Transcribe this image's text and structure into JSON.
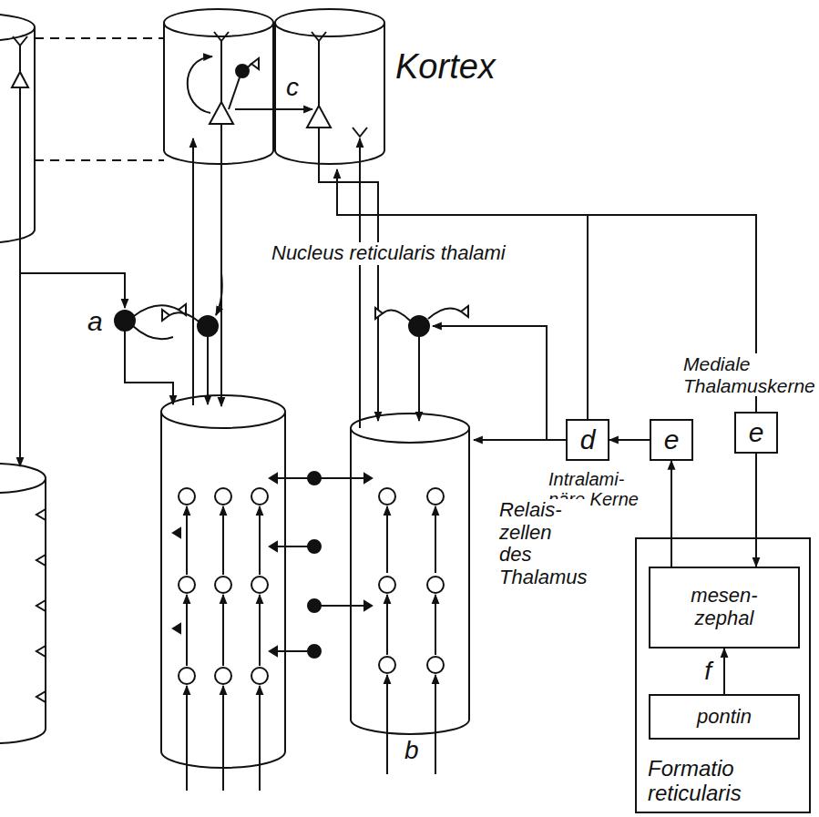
{
  "diagram": {
    "nodes": [
      {
        "text": [
          "d"
        ]
      },
      {
        "text": [
          "e"
        ]
      },
      {
        "text": [
          "e"
        ]
      },
      {
        "text": [
          "Formatio reticularis"
        ]
      },
      {
        "text": [
          "mesen- zephal"
        ],
        "in": 3
      },
      {
        "text": [
          "pontin"
        ],
        "in": 3
      }
    ],
    "edges": [
      {
        "from": 1,
        "to": 0,
        "arrow": "to"
      },
      {
        "from": 4,
        "to": 1,
        "arrow": "to"
      },
      {
        "from": 2,
        "to": 4,
        "arrow": "to"
      },
      {
        "from": 5,
        "to": 4,
        "arrow": "to",
        "label": "f"
      }
    ],
    "labels": [
      "Kortex",
      "c",
      "Nucleus reticularis thalami",
      "Mediale Thalamuskerne",
      "a",
      "Intralami- näre Kerne",
      "Relais- zellen des Thalamus",
      "b"
    ]
  }
}
